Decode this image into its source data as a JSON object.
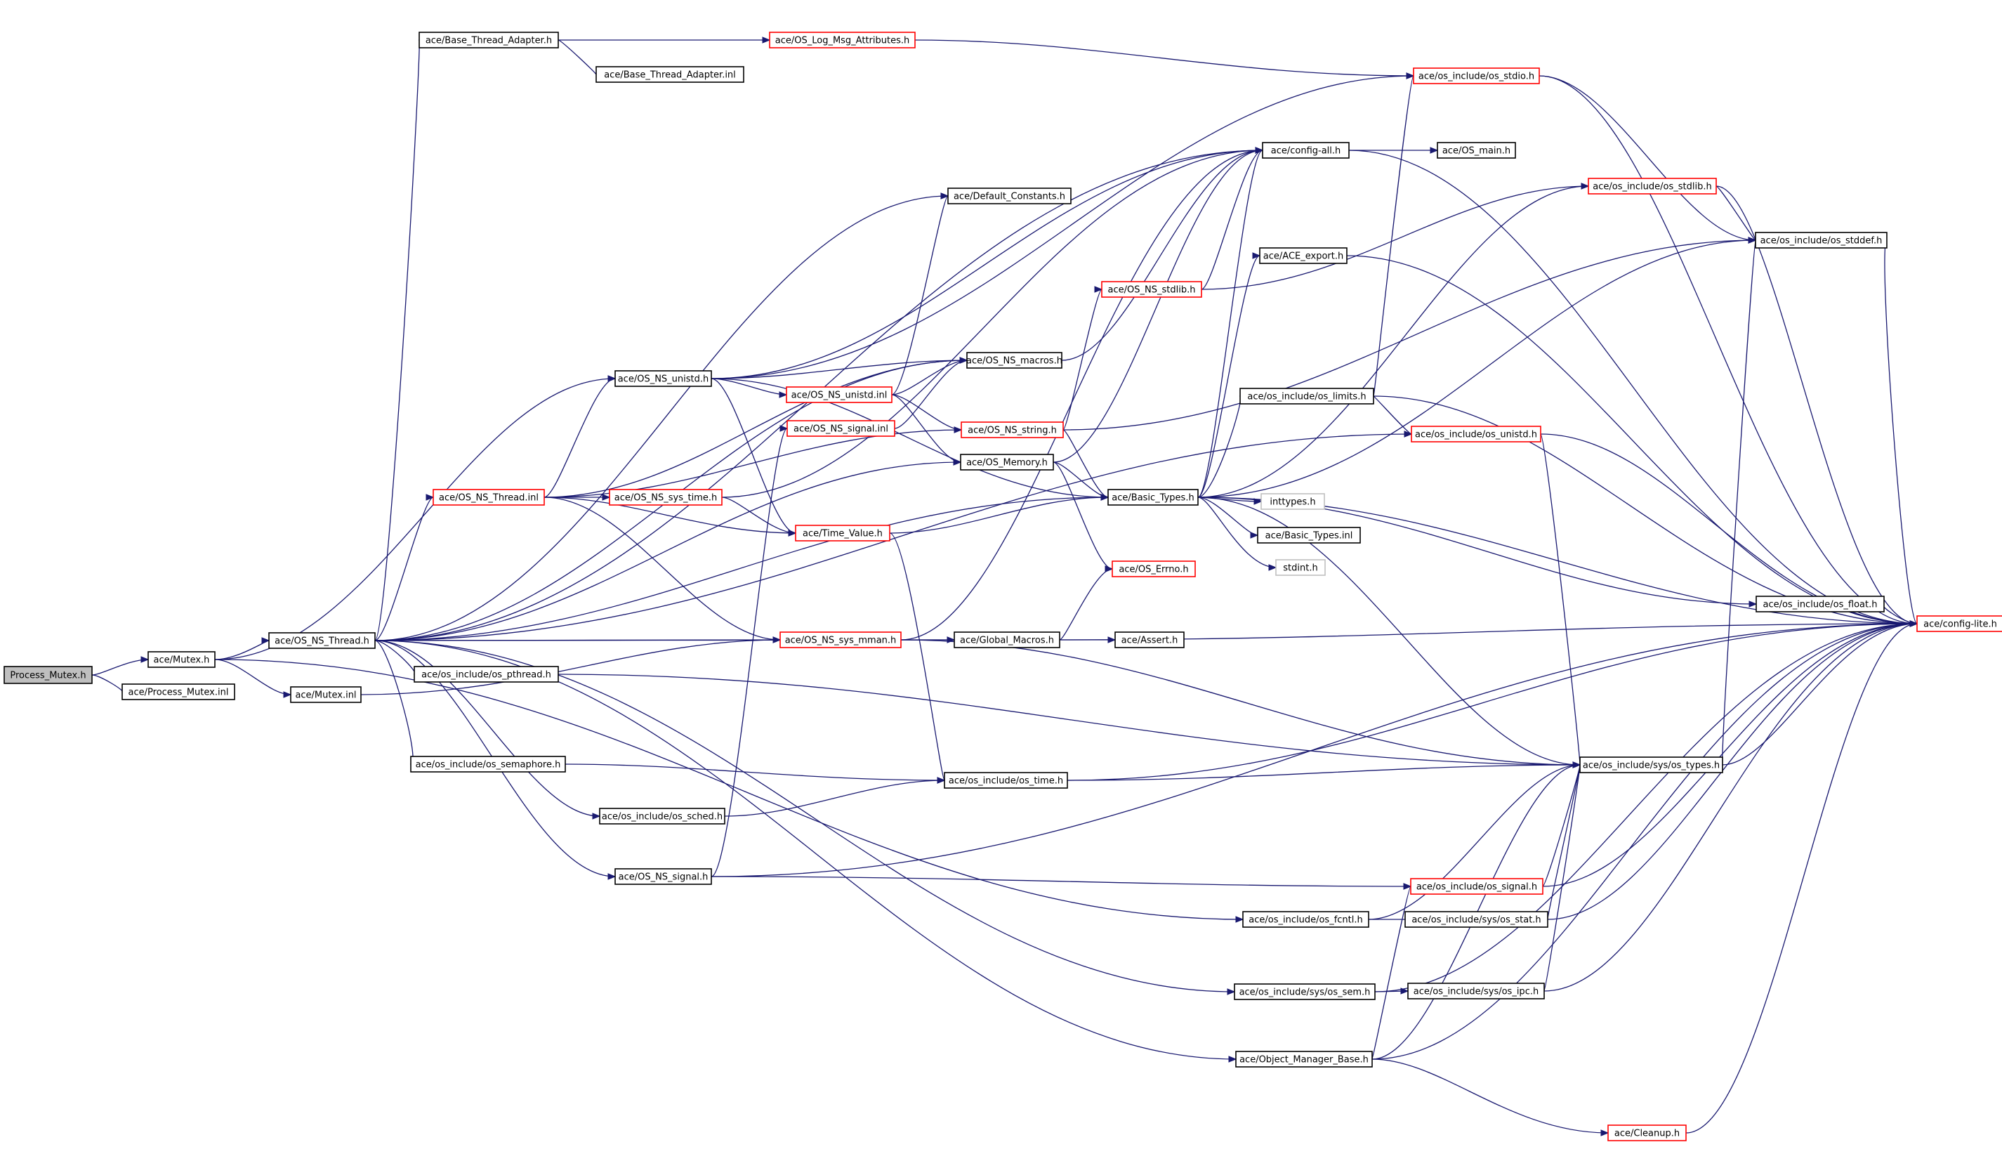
{
  "colors": {
    "edge": "#191970",
    "normal_border": "#000000",
    "truncated_border": "#ff0000",
    "external_border": "#c0c0c0",
    "root_fill": "#bfbfbf",
    "node_fill": "#ffffff"
  },
  "nodes": [
    {
      "id": "process_mutex_h",
      "label": "Process_Mutex.h",
      "kind": "root"
    },
    {
      "id": "mutex_h",
      "label": "ace/Mutex.h",
      "kind": "normal"
    },
    {
      "id": "process_mutex_inl",
      "label": "ace/Process_Mutex.inl",
      "kind": "normal"
    },
    {
      "id": "os_ns_thread_h",
      "label": "ace/OS_NS_Thread.h",
      "kind": "normal"
    },
    {
      "id": "mutex_inl",
      "label": "ace/Mutex.inl",
      "kind": "normal"
    },
    {
      "id": "base_thread_adapter_h",
      "label": "ace/Base_Thread_Adapter.h",
      "kind": "normal"
    },
    {
      "id": "base_thread_adapter_inl",
      "label": "ace/Base_Thread_Adapter.inl",
      "kind": "normal"
    },
    {
      "id": "os_log_msg_attributes_h",
      "label": "ace/OS_Log_Msg_Attributes.h",
      "kind": "truncated"
    },
    {
      "id": "os_stdio_h",
      "label": "ace/os_include/os_stdio.h",
      "kind": "truncated"
    },
    {
      "id": "config_all_h",
      "label": "ace/config-all.h",
      "kind": "normal"
    },
    {
      "id": "os_main_h",
      "label": "ace/OS_main.h",
      "kind": "normal"
    },
    {
      "id": "default_constants_h",
      "label": "ace/Default_Constants.h",
      "kind": "normal"
    },
    {
      "id": "os_stdlib_h",
      "label": "ace/os_include/os_stdlib.h",
      "kind": "truncated"
    },
    {
      "id": "os_stddef_h",
      "label": "ace/os_include/os_stddef.h",
      "kind": "normal"
    },
    {
      "id": "ace_export_h",
      "label": "ace/ACE_export.h",
      "kind": "normal"
    },
    {
      "id": "os_ns_stdlib_h",
      "label": "ace/OS_NS_stdlib.h",
      "kind": "truncated"
    },
    {
      "id": "os_ns_macros_h",
      "label": "ace/OS_NS_macros.h",
      "kind": "normal"
    },
    {
      "id": "os_ns_unistd_h",
      "label": "ace/OS_NS_unistd.h",
      "kind": "normal"
    },
    {
      "id": "os_ns_unistd_inl",
      "label": "ace/OS_NS_unistd.inl",
      "kind": "truncated"
    },
    {
      "id": "os_limits_h",
      "label": "ace/os_include/os_limits.h",
      "kind": "normal"
    },
    {
      "id": "os_ns_signal_inl",
      "label": "ace/OS_NS_signal.inl",
      "kind": "truncated"
    },
    {
      "id": "os_ns_string_h",
      "label": "ace/OS_NS_string.h",
      "kind": "truncated"
    },
    {
      "id": "os_unistd_h",
      "label": "ace/os_include/os_unistd.h",
      "kind": "truncated"
    },
    {
      "id": "os_memory_h",
      "label": "ace/OS_Memory.h",
      "kind": "normal"
    },
    {
      "id": "os_ns_thread_inl",
      "label": "ace/OS_NS_Thread.inl",
      "kind": "truncated"
    },
    {
      "id": "os_ns_sys_time_h",
      "label": "ace/OS_NS_sys_time.h",
      "kind": "truncated"
    },
    {
      "id": "basic_types_h",
      "label": "ace/Basic_Types.h",
      "kind": "normal"
    },
    {
      "id": "inttypes_h",
      "label": "inttypes.h",
      "kind": "external"
    },
    {
      "id": "time_value_h",
      "label": "ace/Time_Value.h",
      "kind": "truncated"
    },
    {
      "id": "basic_types_inl",
      "label": "ace/Basic_Types.inl",
      "kind": "normal"
    },
    {
      "id": "stdint_h",
      "label": "stdint.h",
      "kind": "external"
    },
    {
      "id": "os_errno_h",
      "label": "ace/OS_Errno.h",
      "kind": "truncated"
    },
    {
      "id": "os_float_h",
      "label": "ace/os_include/os_float.h",
      "kind": "normal"
    },
    {
      "id": "config_lite_h",
      "label": "ace/config-lite.h",
      "kind": "truncated"
    },
    {
      "id": "os_ns_sys_mman_h",
      "label": "ace/OS_NS_sys_mman.h",
      "kind": "truncated"
    },
    {
      "id": "global_macros_h",
      "label": "ace/Global_Macros.h",
      "kind": "normal"
    },
    {
      "id": "assert_h",
      "label": "ace/Assert.h",
      "kind": "normal"
    },
    {
      "id": "os_pthread_h",
      "label": "ace/os_include/os_pthread.h",
      "kind": "normal"
    },
    {
      "id": "os_types_h",
      "label": "ace/os_include/sys/os_types.h",
      "kind": "normal"
    },
    {
      "id": "os_semaphore_h",
      "label": "ace/os_include/os_semaphore.h",
      "kind": "normal"
    },
    {
      "id": "os_time_h",
      "label": "ace/os_include/os_time.h",
      "kind": "normal"
    },
    {
      "id": "os_sched_h",
      "label": "ace/os_include/os_sched.h",
      "kind": "normal"
    },
    {
      "id": "os_ns_signal_h",
      "label": "ace/OS_NS_signal.h",
      "kind": "normal"
    },
    {
      "id": "os_signal_h",
      "label": "ace/os_include/os_signal.h",
      "kind": "truncated"
    },
    {
      "id": "os_fcntl_h",
      "label": "ace/os_include/os_fcntl.h",
      "kind": "normal"
    },
    {
      "id": "os_stat_h",
      "label": "ace/os_include/sys/os_stat.h",
      "kind": "normal"
    },
    {
      "id": "os_sem_h",
      "label": "ace/os_include/sys/os_sem.h",
      "kind": "normal"
    },
    {
      "id": "os_ipc_h",
      "label": "ace/os_include/sys/os_ipc.h",
      "kind": "normal"
    },
    {
      "id": "object_manager_base_h",
      "label": "ace/Object_Manager_Base.h",
      "kind": "normal"
    },
    {
      "id": "cleanup_h",
      "label": "ace/Cleanup.h",
      "kind": "truncated"
    }
  ],
  "edges": [
    [
      "process_mutex_h",
      "mutex_h"
    ],
    [
      "process_mutex_h",
      "process_mutex_inl"
    ],
    [
      "mutex_h",
      "os_ns_thread_h"
    ],
    [
      "mutex_h",
      "mutex_inl"
    ],
    [
      "mutex_h",
      "os_ns_unistd_h"
    ],
    [
      "mutex_h",
      "os_fcntl_h"
    ],
    [
      "os_ns_thread_h",
      "base_thread_adapter_h"
    ],
    [
      "os_ns_thread_h",
      "config_all_h"
    ],
    [
      "os_ns_thread_h",
      "default_constants_h"
    ],
    [
      "os_ns_thread_h",
      "os_ns_thread_inl"
    ],
    [
      "os_ns_thread_h",
      "os_ns_macros_h"
    ],
    [
      "os_ns_thread_h",
      "os_memory_h"
    ],
    [
      "os_ns_thread_h",
      "basic_types_h"
    ],
    [
      "os_ns_thread_h",
      "os_ns_sys_mman_h"
    ],
    [
      "os_ns_thread_h",
      "global_macros_h"
    ],
    [
      "os_ns_thread_h",
      "os_pthread_h"
    ],
    [
      "os_ns_thread_h",
      "os_semaphore_h"
    ],
    [
      "os_ns_thread_h",
      "os_sched_h"
    ],
    [
      "os_ns_thread_h",
      "os_ns_signal_h"
    ],
    [
      "os_ns_thread_h",
      "os_sem_h"
    ],
    [
      "os_ns_thread_h",
      "object_manager_base_h"
    ],
    [
      "os_ns_thread_h",
      "os_unistd_h"
    ],
    [
      "mutex_inl",
      "os_ns_sys_mman_h"
    ],
    [
      "base_thread_adapter_h",
      "os_log_msg_attributes_h"
    ],
    [
      "base_thread_adapter_h",
      "base_thread_adapter_inl"
    ],
    [
      "os_log_msg_attributes_h",
      "os_stdio_h"
    ],
    [
      "os_stdio_h",
      "os_stddef_h"
    ],
    [
      "os_stdio_h",
      "config_lite_h"
    ],
    [
      "config_all_h",
      "os_main_h"
    ],
    [
      "config_all_h",
      "config_lite_h"
    ],
    [
      "os_stdlib_h",
      "os_stddef_h"
    ],
    [
      "os_stdlib_h",
      "config_lite_h"
    ],
    [
      "os_stddef_h",
      "config_lite_h"
    ],
    [
      "ace_export_h",
      "config_lite_h"
    ],
    [
      "os_ns_stdlib_h",
      "config_all_h"
    ],
    [
      "os_ns_stdlib_h",
      "os_stdlib_h"
    ],
    [
      "os_ns_macros_h",
      "config_all_h"
    ],
    [
      "os_ns_unistd_h",
      "os_ns_unistd_inl"
    ],
    [
      "os_ns_unistd_h",
      "os_stdio_h"
    ],
    [
      "os_ns_unistd_h",
      "config_all_h"
    ],
    [
      "os_ns_unistd_h",
      "os_ns_macros_h"
    ],
    [
      "os_ns_unistd_h",
      "basic_types_h"
    ],
    [
      "os_ns_unistd_h",
      "time_value_h"
    ],
    [
      "os_ns_unistd_inl",
      "os_ns_macros_h"
    ],
    [
      "os_ns_unistd_inl",
      "default_constants_h"
    ],
    [
      "os_ns_unistd_inl",
      "os_ns_string_h"
    ],
    [
      "os_ns_unistd_inl",
      "os_memory_h"
    ],
    [
      "os_ns_signal_inl",
      "os_ns_macros_h"
    ],
    [
      "os_ns_string_h",
      "basic_types_h"
    ],
    [
      "os_ns_string_h",
      "os_stddef_h"
    ],
    [
      "os_ns_string_h",
      "os_ns_stdlib_h"
    ],
    [
      "os_limits_h",
      "os_stdio_h"
    ],
    [
      "os_limits_h",
      "os_unistd_h"
    ],
    [
      "os_limits_h",
      "config_lite_h"
    ],
    [
      "os_unistd_h",
      "os_types_h"
    ],
    [
      "os_unistd_h",
      "config_lite_h"
    ],
    [
      "os_memory_h",
      "basic_types_h"
    ],
    [
      "os_memory_h",
      "os_errno_h"
    ],
    [
      "os_memory_h",
      "config_all_h"
    ],
    [
      "os_ns_thread_inl",
      "os_ns_unistd_h"
    ],
    [
      "os_ns_thread_inl",
      "os_ns_sys_time_h"
    ],
    [
      "os_ns_thread_inl",
      "os_ns_string_h"
    ],
    [
      "os_ns_thread_inl",
      "time_value_h"
    ],
    [
      "os_ns_thread_inl",
      "os_ns_macros_h"
    ],
    [
      "os_ns_thread_inl",
      "os_ns_sys_mman_h"
    ],
    [
      "os_ns_sys_time_h",
      "time_value_h"
    ],
    [
      "os_ns_sys_time_h",
      "config_all_h"
    ],
    [
      "time_value_h",
      "basic_types_h"
    ],
    [
      "time_value_h",
      "os_time_h"
    ],
    [
      "basic_types_h",
      "inttypes_h"
    ],
    [
      "basic_types_h",
      "basic_types_inl"
    ],
    [
      "basic_types_h",
      "stdint_h"
    ],
    [
      "basic_types_h",
      "config_lite_h"
    ],
    [
      "basic_types_h",
      "ace_export_h"
    ],
    [
      "basic_types_h",
      "os_limits_h"
    ],
    [
      "basic_types_h",
      "os_float_h"
    ],
    [
      "basic_types_h",
      "os_types_h"
    ],
    [
      "basic_types_h",
      "os_stdlib_h"
    ],
    [
      "basic_types_h",
      "os_stddef_h"
    ],
    [
      "basic_types_h",
      "config_all_h"
    ],
    [
      "os_float_h",
      "config_lite_h"
    ],
    [
      "os_ns_sys_mman_h",
      "global_macros_h"
    ],
    [
      "os_ns_sys_mman_h",
      "os_types_h"
    ],
    [
      "os_ns_sys_mman_h",
      "config_all_h"
    ],
    [
      "global_macros_h",
      "assert_h"
    ],
    [
      "global_macros_h",
      "os_errno_h"
    ],
    [
      "global_macros_h",
      "config_lite_h"
    ],
    [
      "os_pthread_h",
      "os_types_h"
    ],
    [
      "os_types_h",
      "os_stddef_h"
    ],
    [
      "os_types_h",
      "config_lite_h"
    ],
    [
      "os_semaphore_h",
      "os_time_h"
    ],
    [
      "os_time_h",
      "os_types_h"
    ],
    [
      "os_time_h",
      "config_lite_h"
    ],
    [
      "os_sched_h",
      "os_time_h"
    ],
    [
      "os_ns_signal_h",
      "os_signal_h"
    ],
    [
      "os_ns_signal_h",
      "os_ns_signal_inl"
    ],
    [
      "os_ns_signal_h",
      "config_lite_h"
    ],
    [
      "os_signal_h",
      "os_types_h"
    ],
    [
      "os_signal_h",
      "config_lite_h"
    ],
    [
      "os_fcntl_h",
      "os_stat_h"
    ],
    [
      "os_fcntl_h",
      "os_types_h"
    ],
    [
      "os_stat_h",
      "os_types_h"
    ],
    [
      "os_stat_h",
      "config_lite_h"
    ],
    [
      "os_sem_h",
      "os_ipc_h"
    ],
    [
      "os_sem_h",
      "config_lite_h"
    ],
    [
      "os_ipc_h",
      "os_types_h"
    ],
    [
      "os_ipc_h",
      "config_lite_h"
    ],
    [
      "object_manager_base_h",
      "os_signal_h"
    ],
    [
      "object_manager_base_h",
      "os_types_h"
    ],
    [
      "object_manager_base_h",
      "cleanup_h"
    ],
    [
      "object_manager_base_h",
      "config_lite_h"
    ],
    [
      "cleanup_h",
      "config_lite_h"
    ]
  ]
}
